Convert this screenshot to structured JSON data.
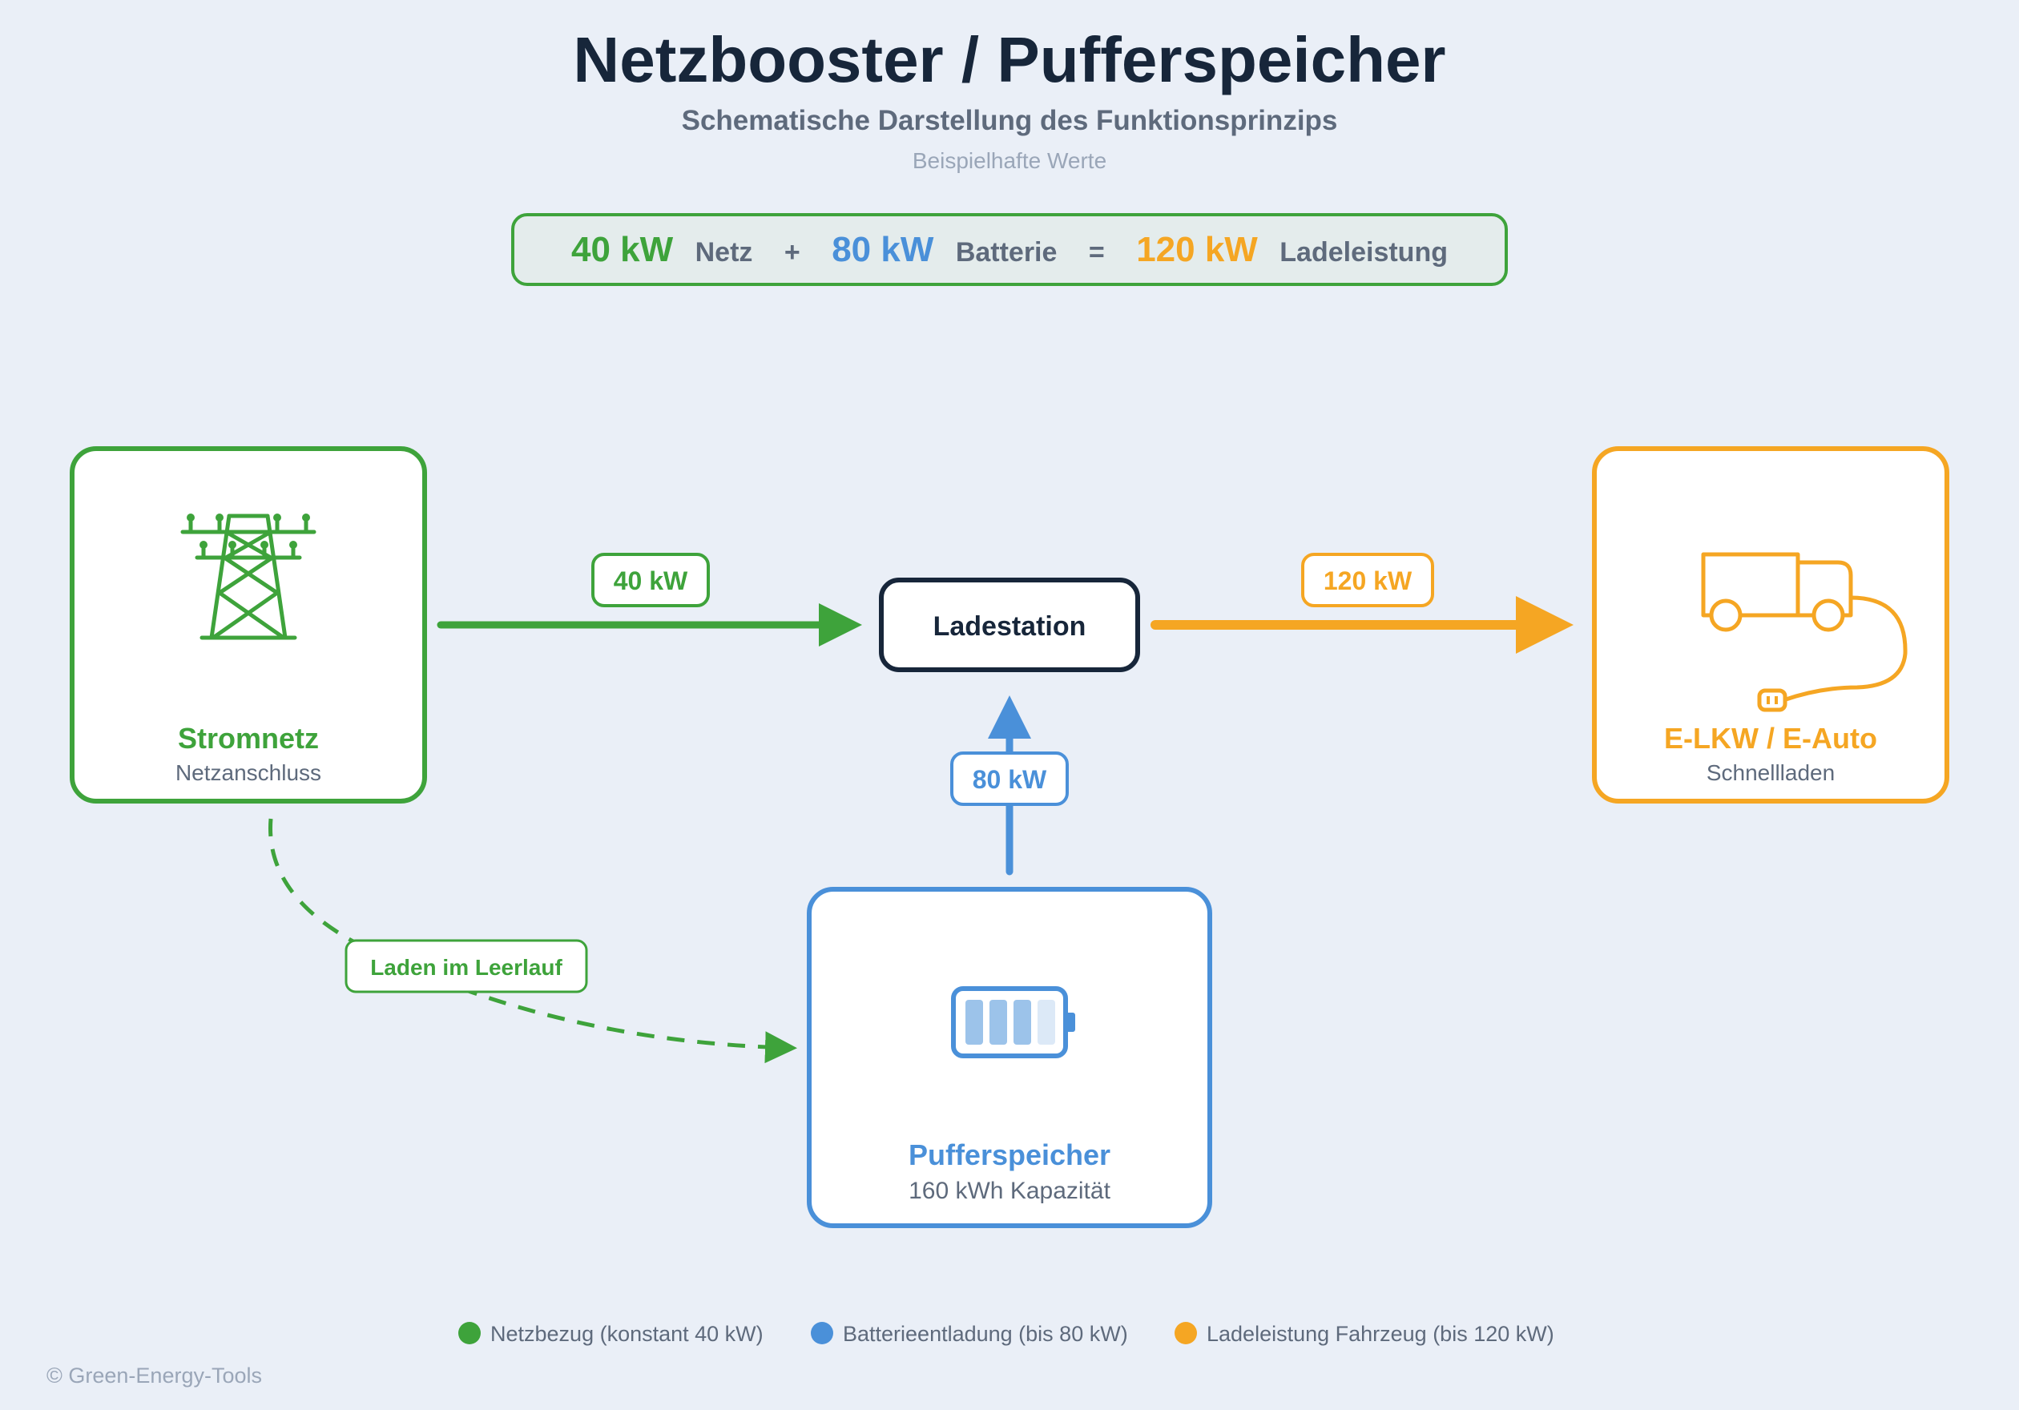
{
  "header": {
    "title": "Netzbooster / Pufferspeicher",
    "subtitle": "Schematische Darstellung des Funktionsprinzips",
    "note": "Beispielhafte Werte"
  },
  "equation": {
    "grid_value": "40 kW",
    "grid_label": "Netz",
    "plus": "+",
    "battery_value": "80 kW",
    "battery_label": "Batterie",
    "equals": "=",
    "total_value": "120 kW",
    "total_label": "Ladeleistung"
  },
  "nodes": {
    "grid": {
      "title": "Stromnetz",
      "subtitle": "Netzanschluss"
    },
    "station": {
      "title": "Ladestation"
    },
    "vehicle": {
      "title": "E-LKW / E-Auto",
      "subtitle": "Schnellladen"
    },
    "storage": {
      "title": "Pufferspeicher",
      "subtitle": "160 kWh Kapazität"
    }
  },
  "flows": {
    "grid_to_station": "40 kW",
    "station_to_vehicle": "120 kW",
    "storage_to_station": "80 kW",
    "idle_charging": "Laden im Leerlauf"
  },
  "legend": [
    {
      "label": "Netzbezug (konstant 40 kW)",
      "color": "#3ea33b"
    },
    {
      "label": "Batterieentladung (bis 80 kW)",
      "color": "#4a90d9"
    },
    {
      "label": "Ladeleistung Fahrzeug (bis 120 kW)",
      "color": "#f5a623"
    }
  ],
  "footer": {
    "copyright": "© Green-Energy-Tools"
  },
  "colors": {
    "green": "#3ea33b",
    "blue": "#4a90d9",
    "orange": "#f5a623",
    "dark": "#17263a"
  }
}
